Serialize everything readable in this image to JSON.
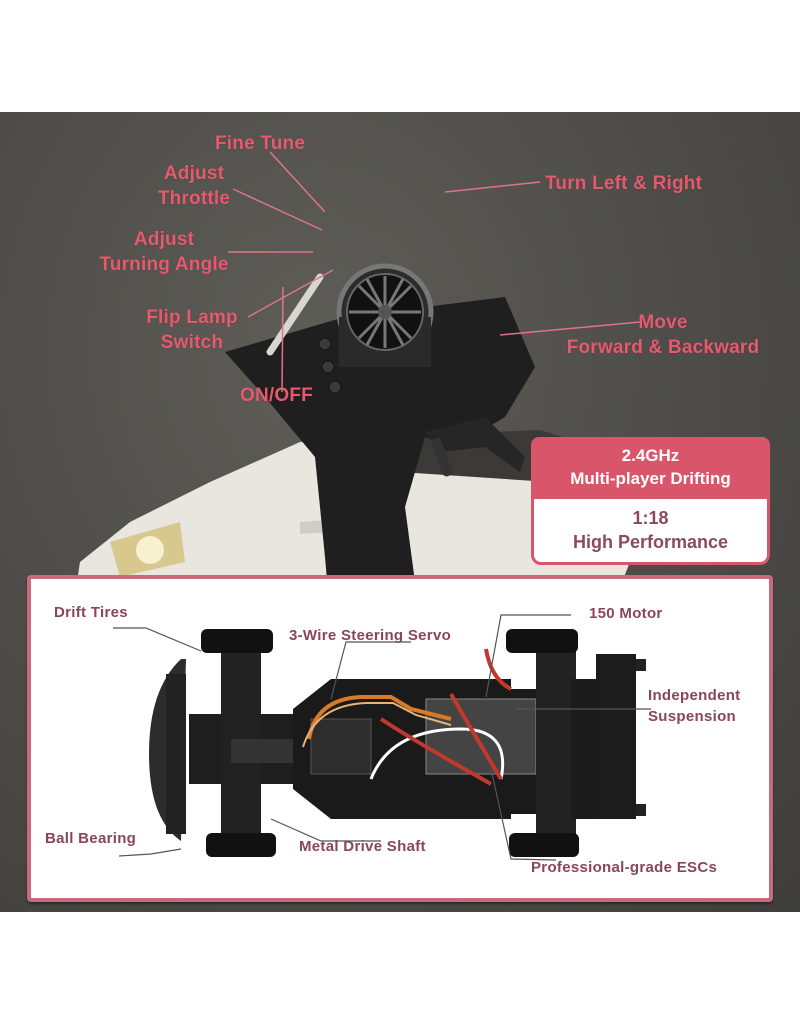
{
  "photo": {
    "callouts": {
      "fine_tune": "Fine Tune",
      "adjust_throttle_1": "Adjust",
      "adjust_throttle_2": "Throttle",
      "adjust_turning_1": "Adjust",
      "adjust_turning_2": "Turning Angle",
      "flip_lamp_1": "Flip Lamp",
      "flip_lamp_2": "Switch",
      "on_off": "ON/OFF",
      "turn_left_right": "Turn Left & Right",
      "move_1": "Move",
      "move_2": "Forward & Backward"
    },
    "badges": {
      "red_line1": "2.4GHz",
      "red_line2": "Multi-player Drifting",
      "white_line1": "1:18",
      "white_line2": "High Performance"
    },
    "colors": {
      "accent": "#d9566a",
      "callout_text": "#e8596e",
      "panel_label": "#8a4658",
      "panel_border": "#c86a7b",
      "background": "#4d4c48"
    }
  },
  "chassis_panel": {
    "labels": {
      "drift_tires": "Drift Tires",
      "steering_servo": "3-Wire Steering Servo",
      "motor": "150 Motor",
      "independent_1": "Independent",
      "independent_2": "Suspension",
      "ball_bearing": "Ball Bearing",
      "drive_shaft": "Metal Drive Shaft",
      "escs": "Professional-grade ESCs"
    }
  }
}
